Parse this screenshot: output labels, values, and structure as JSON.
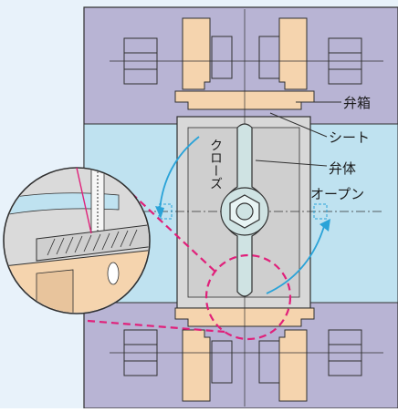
{
  "labels": {
    "valve_box": "弁箱",
    "seat": "シート",
    "close": "クローズ",
    "disc": "弁体",
    "open": "オープン"
  },
  "colors": {
    "page_background": "#e8f2fa",
    "frame": "#b8b4d4",
    "fluid": "#bfe2f0",
    "valve_body": "#d8d8d8",
    "seat_parts": "#f5d4ae",
    "disc": "#cfe3e3",
    "outline": "#303030",
    "arrow": "#2aa3d8",
    "detail_marker": "#e0207a"
  },
  "icons": {
    "rotation_arrow": "curved-arrow",
    "detail_callout": "magnifier-circle"
  }
}
